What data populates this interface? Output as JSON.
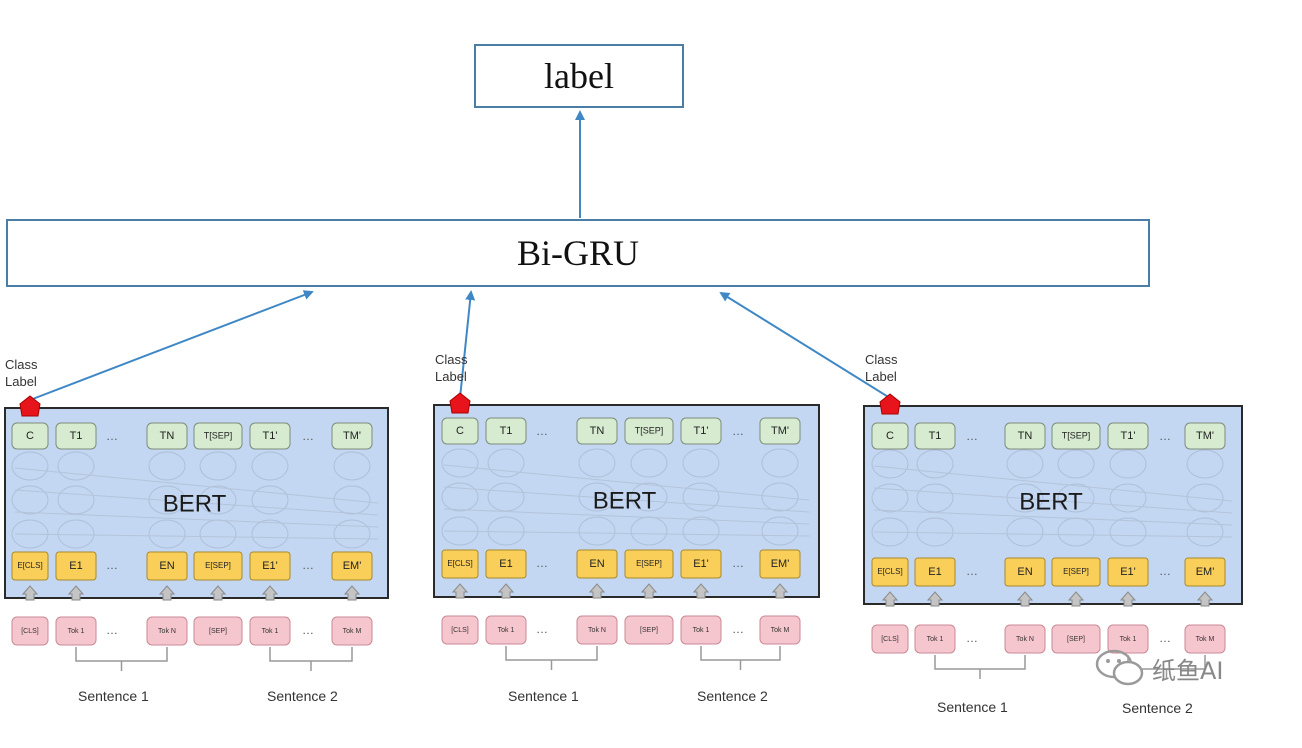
{
  "top_box": {
    "text": "label"
  },
  "middle_box": {
    "text": "Bi-GRU"
  },
  "bert_modules": [
    {
      "title": "BERT",
      "class_label": [
        "Class",
        "Label"
      ],
      "output_tokens": [
        "C",
        "T1",
        "…",
        "TN",
        "T[SEP]",
        "T1'",
        "…",
        "TM'"
      ],
      "embedding_tokens": [
        "E[CLS]",
        "E1",
        "…",
        "EN",
        "E[SEP]",
        "E1'",
        "…",
        "EM'"
      ],
      "input_tokens": [
        "[CLS]",
        "Tok 1",
        "…",
        "Tok N",
        "[SEP]",
        "Tok 1",
        "…",
        "Tok M"
      ],
      "sentence_1": "Sentence 1",
      "sentence_2": "Sentence 2"
    },
    {
      "title": "BERT",
      "class_label": [
        "Class",
        "Label"
      ],
      "output_tokens": [
        "C",
        "T1",
        "…",
        "TN",
        "T[SEP]",
        "T1'",
        "…",
        "TM'"
      ],
      "embedding_tokens": [
        "E[CLS]",
        "E1",
        "…",
        "EN",
        "E[SEP]",
        "E1'",
        "…",
        "EM'"
      ],
      "input_tokens": [
        "[CLS]",
        "Tok 1",
        "…",
        "Tok N",
        "[SEP]",
        "Tok 1",
        "…",
        "Tok M"
      ],
      "sentence_1": "Sentence 1",
      "sentence_2": "Sentence 2"
    },
    {
      "title": "BERT",
      "class_label": [
        "Class",
        "Label"
      ],
      "output_tokens": [
        "C",
        "T1",
        "…",
        "TN",
        "T[SEP]",
        "T1'",
        "…",
        "TM'"
      ],
      "embedding_tokens": [
        "E[CLS]",
        "E1",
        "…",
        "EN",
        "E[SEP]",
        "E1'",
        "…",
        "EM'"
      ],
      "input_tokens": [
        "[CLS]",
        "Tok 1",
        "…",
        "Tok N",
        "[SEP]",
        "Tok 1",
        "…",
        "Tok M"
      ],
      "sentence_1": "Sentence 1",
      "sentence_2": "Sentence 2"
    }
  ],
  "watermark": {
    "icon": "wechat-icon",
    "text": "纸鱼AI"
  },
  "colors": {
    "box_border": "#4a7ea6",
    "arrow": "#3f88c5",
    "bert_fill": "#c3d7f2",
    "output_fill": "#d6ebd0",
    "embed_fill": "#f9cf5a",
    "input_fill": "#f6c6ce",
    "pentagon": "#e8141b"
  }
}
